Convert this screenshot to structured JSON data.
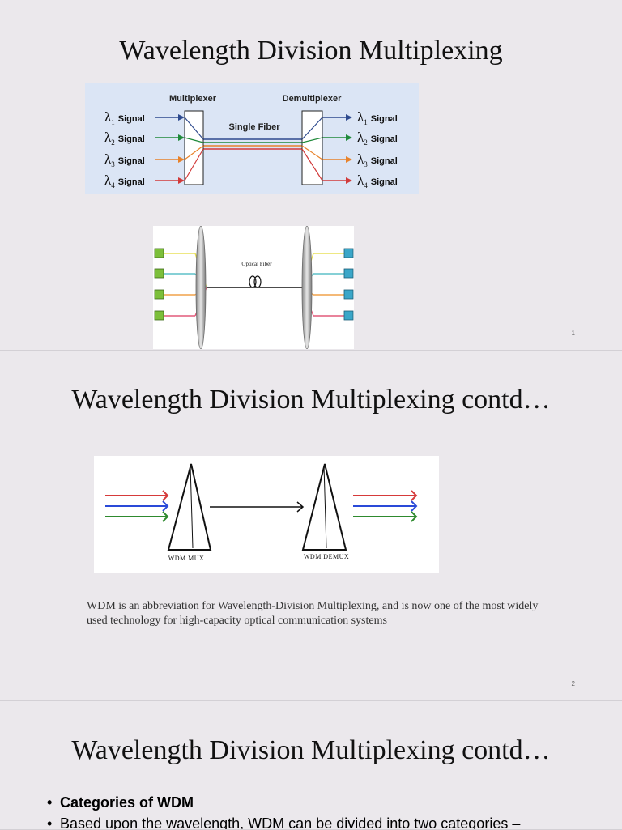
{
  "slides": [
    {
      "title": "Wavelength Division Multiplexing",
      "page_number": "1",
      "figure_wdm_block": {
        "multiplexer_label": "Multiplexer",
        "demultiplexer_label": "Demultiplexer",
        "fiber_label": "Single Fiber",
        "lambda_symbol": "λ",
        "signal_word": "Signal",
        "channels": [
          {
            "subscript": "1",
            "color": "#2e4a8e"
          },
          {
            "subscript": "2",
            "color": "#1f8a3a"
          },
          {
            "subscript": "3",
            "color": "#e8822a"
          },
          {
            "subscript": "4",
            "color": "#d13a3a"
          }
        ]
      },
      "figure_optical": {
        "fiber_label": "Optical Fiber",
        "channel_colors": [
          "#e8e05a",
          "#5ec1c8",
          "#f0a24a",
          "#e25a7a"
        ],
        "left_source_color": "#7cbf3a",
        "right_detector_color": "#3aa6c8"
      }
    },
    {
      "title": "Wavelength Division Multiplexing contd…",
      "page_number": "2",
      "figure_mux": {
        "mux_label": "WDM MUX",
        "demux_label": "WDM DEMUX",
        "arrow_colors": [
          "#d63a3a",
          "#2a4ad8",
          "#2e8a2e"
        ]
      },
      "body": "WDM is an abbreviation for Wavelength-Division Multiplexing, and is now one of the most widely used technology for high-capacity optical communication systems"
    },
    {
      "title": "Wavelength Division Multiplexing contd…",
      "bullets": [
        {
          "text": "Categories of WDM",
          "bold": true
        },
        {
          "text": "Based upon the wavelength, WDM can be divided into two categories –",
          "bold": false
        }
      ]
    }
  ]
}
